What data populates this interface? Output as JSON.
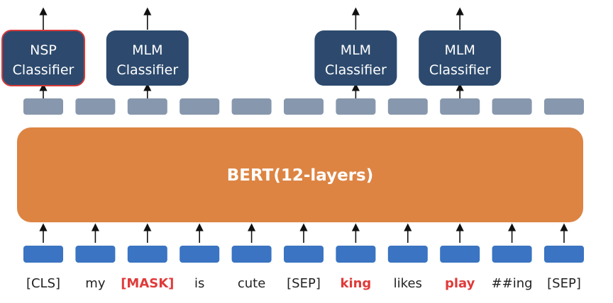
{
  "colors": {
    "bert_fill": "#dd8443",
    "classifier_fill": "#2d4a6e",
    "nsp_border": "#d63a3a",
    "output_emb_fill": "#8797ad",
    "input_emb_fill": "#3a74c2",
    "arrow": "#111111",
    "token_default": "#222222",
    "token_highlight": "#e03a3a"
  },
  "bert": {
    "label": "BERT(12-layers)"
  },
  "classifiers": [
    {
      "line1": "NSP",
      "line2": "Classifier",
      "position": 0,
      "kind": "nsp"
    },
    {
      "line1": "MLM",
      "line2": "Classifier",
      "position": 2,
      "kind": "mlm"
    },
    {
      "line1": "MLM",
      "line2": "Classifier",
      "position": 6,
      "kind": "mlm"
    },
    {
      "line1": "MLM",
      "line2": "Classifier",
      "position": 8,
      "kind": "mlm"
    }
  ],
  "tokens": [
    {
      "text": "[CLS]",
      "highlight": false
    },
    {
      "text": "my",
      "highlight": false
    },
    {
      "text": "[MASK]",
      "highlight": true
    },
    {
      "text": "is",
      "highlight": false
    },
    {
      "text": "cute",
      "highlight": false
    },
    {
      "text": "[SEP]",
      "highlight": false
    },
    {
      "text": "king",
      "highlight": true
    },
    {
      "text": "likes",
      "highlight": false
    },
    {
      "text": "play",
      "highlight": true
    },
    {
      "text": "##ing",
      "highlight": false
    },
    {
      "text": "[SEP]",
      "highlight": false
    }
  ]
}
